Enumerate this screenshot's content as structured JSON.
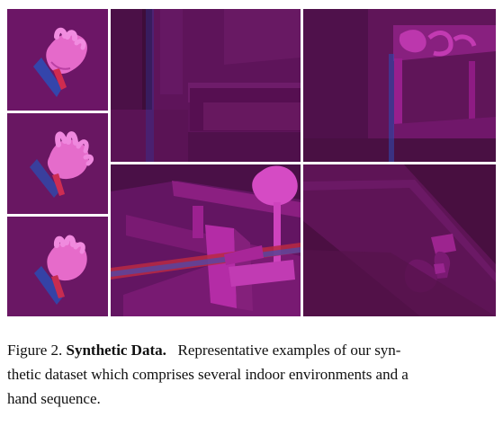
{
  "figure": {
    "label": "Figure 2.",
    "title": "Synthetic Data.",
    "caption_lines": [
      "Representative examples of our syn-",
      "thetic dataset which comprises several indoor environments and a",
      "hand sequence."
    ]
  },
  "panels": [
    {
      "name": "hand-render-1",
      "kind": "hand"
    },
    {
      "name": "hand-render-2",
      "kind": "hand"
    },
    {
      "name": "hand-render-3",
      "kind": "hand"
    },
    {
      "name": "indoor-render-1",
      "kind": "indoor"
    },
    {
      "name": "indoor-render-2",
      "kind": "indoor"
    },
    {
      "name": "indoor-render-3",
      "kind": "indoor"
    },
    {
      "name": "indoor-render-4",
      "kind": "indoor"
    }
  ]
}
